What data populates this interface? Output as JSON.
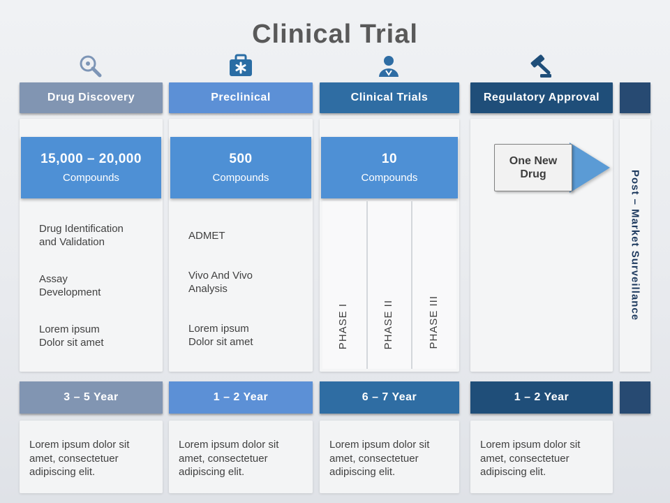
{
  "title": "Clinical Trial",
  "side": {
    "label": "Post – Market Surveillance"
  },
  "phases": [
    "PHASE I",
    "PHASE II",
    "PHASE III"
  ],
  "arrow": {
    "label": "One New Drug"
  },
  "columns": [
    {
      "header": "Drug Discovery",
      "icon": "search-icon",
      "stat_value": "15,000 – 20,000",
      "stat_label": "Compounds",
      "items": [
        "Drug Identification\nand Validation",
        "Assay\nDevelopment",
        "Lorem ipsum\nDolor sit amet"
      ],
      "year": "3 – 5 Year",
      "footer": "Lorem ipsum dolor sit amet, consectetuer adipiscing elit."
    },
    {
      "header": "Preclinical",
      "icon": "medical-case-icon",
      "stat_value": "500",
      "stat_label": "Compounds",
      "items": [
        "ADMET",
        "Vivo And Vivo\nAnalysis",
        "Lorem ipsum\nDolor sit amet"
      ],
      "year": "1 – 2 Year",
      "footer": "Lorem ipsum dolor sit amet, consectetuer adipiscing elit."
    },
    {
      "header": "Clinical Trials",
      "icon": "doctor-icon",
      "stat_value": "10",
      "stat_label": "Compounds",
      "items": [],
      "year": "6 – 7 Year",
      "footer": "Lorem ipsum dolor sit amet, consectetuer adipiscing elit."
    },
    {
      "header": "Regulatory Approval",
      "icon": "gavel-icon",
      "stat_value": "",
      "stat_label": "",
      "items": [],
      "year": "1 – 2 Year",
      "footer": "Lorem ipsum dolor sit amet, consectetuer adipiscing elit."
    }
  ],
  "colors": {
    "page_bg": "#e8eaee",
    "panel_bg": "#f4f5f6",
    "footer_bg": "#f3f4f5",
    "title_text": "#595959",
    "body_text": "#404040",
    "phase_text": "#3f3f3f",
    "side_text": "#1e3a5f",
    "header_1": "#8195b2",
    "header_2": "#5c90d6",
    "header_3": "#2f6da3",
    "header_4": "#1f4e79",
    "stat_box": "#4e90d5",
    "arrow_blue": "#5b9bd5",
    "arrow_box_bg": "#f2f2f2",
    "arrow_box_border": "#808080",
    "dark_block": "#274a72",
    "icon_search": "#7d95b6",
    "icon_case": "#2a6da4",
    "icon_doctor": "#2e6da4",
    "icon_gavel": "#1f4e79"
  }
}
